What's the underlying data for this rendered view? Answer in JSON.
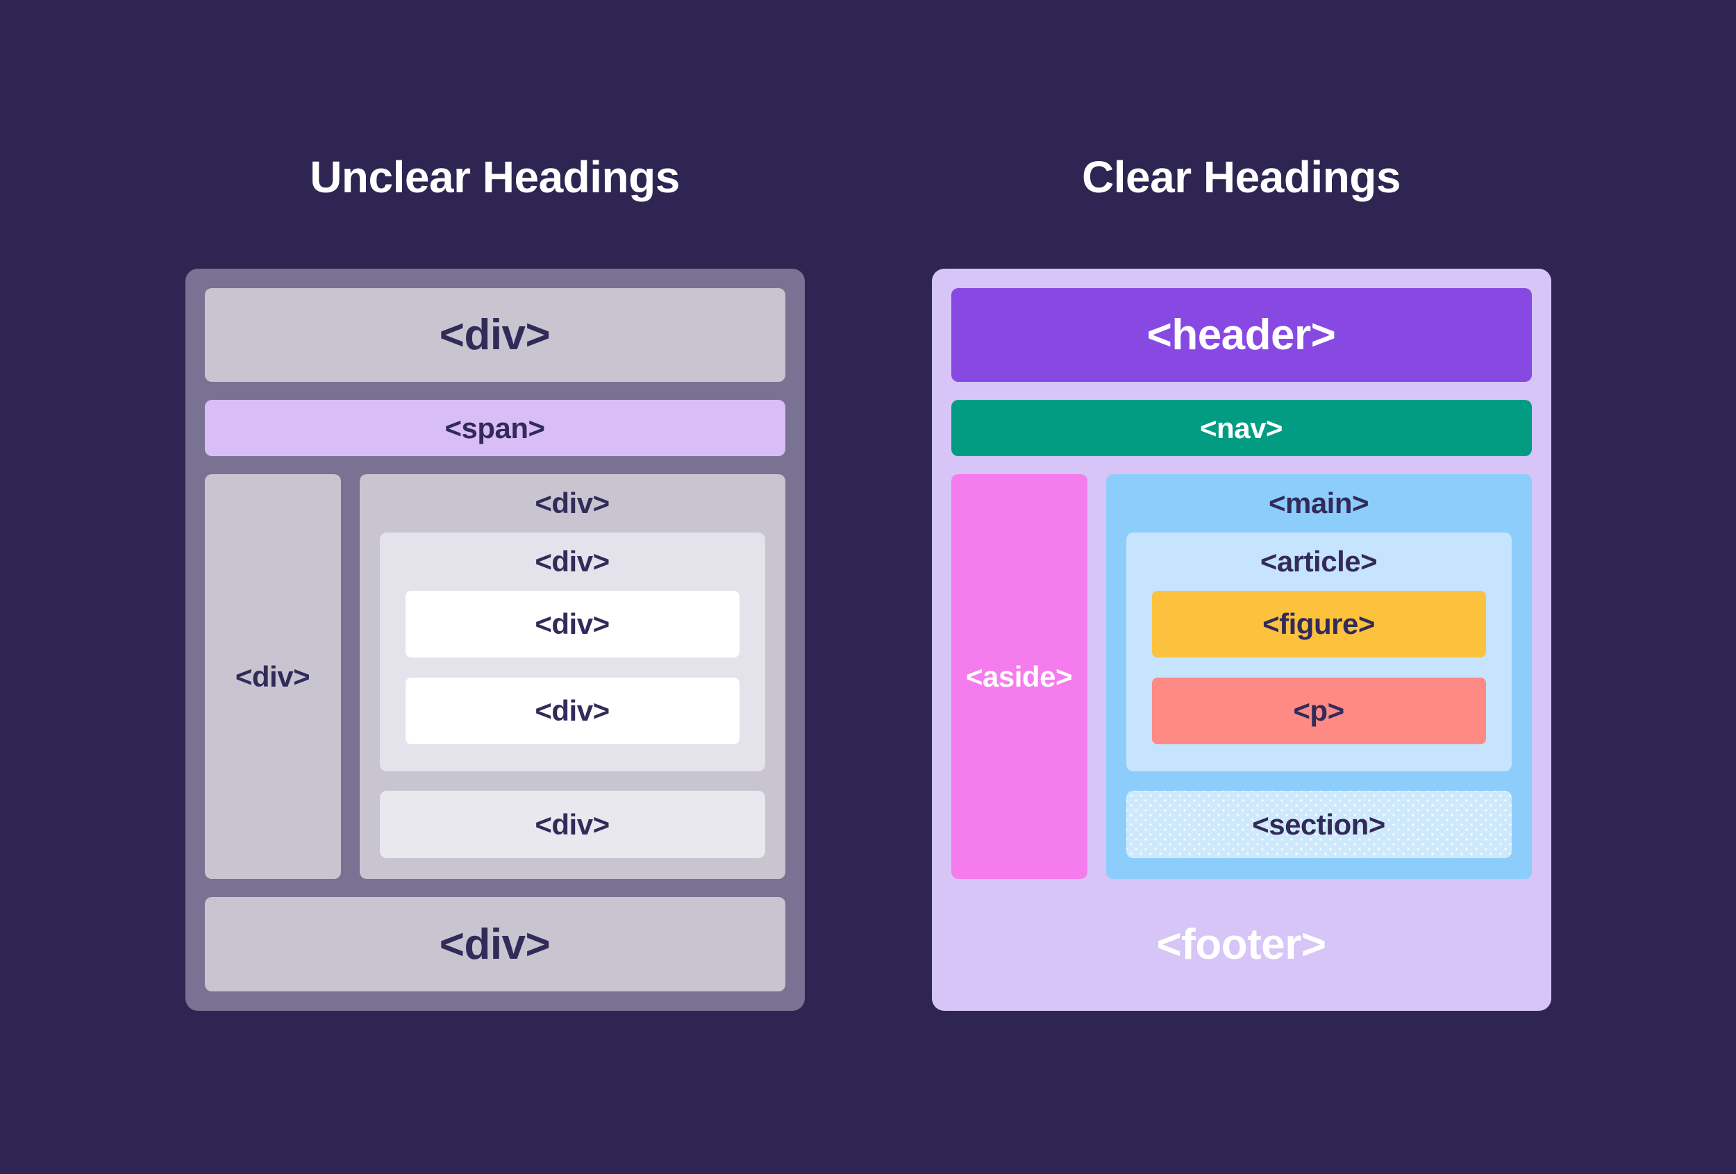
{
  "page": {
    "background_color": "#2e2553",
    "text_navy_color": "#322b5a",
    "text_white_color": "#ffffff"
  },
  "unclear": {
    "title": "Unclear Headings",
    "frame_color": "#7a7292",
    "block_gray_color": "#c8c5d1",
    "span_block_color": "#d9bdf7",
    "nested_block_color": "#e4e2ea",
    "inner_bottom_block_color": "#e9e8ee",
    "white_block_color": "#ffffff",
    "labels": {
      "top": "<div>",
      "span": "<span>",
      "sidebar": "<div>",
      "column": "<div>",
      "nested": "<div>",
      "white1": "<div>",
      "white2": "<div>",
      "inner_bottom": "<div>",
      "bottom": "<div>"
    }
  },
  "clear": {
    "title": "Clear Headings",
    "frame_color": "#d6c5f6",
    "header_color": "#8749e2",
    "nav_color": "#019c82",
    "aside_color": "#f57ced",
    "main_color": "#8ccdfc",
    "article_color": "#c6e4fd",
    "figure_color": "#fcc23d",
    "p_color": "#fd8a84",
    "section_color": "#cfe9fc",
    "footer_color": "#8749e2",
    "labels": {
      "header": "<header>",
      "nav": "<nav>",
      "aside": "<aside>",
      "main": "<main>",
      "article": "<article>",
      "figure": "<figure>",
      "p": "<p>",
      "section": "<section>",
      "footer": "<footer>"
    }
  }
}
